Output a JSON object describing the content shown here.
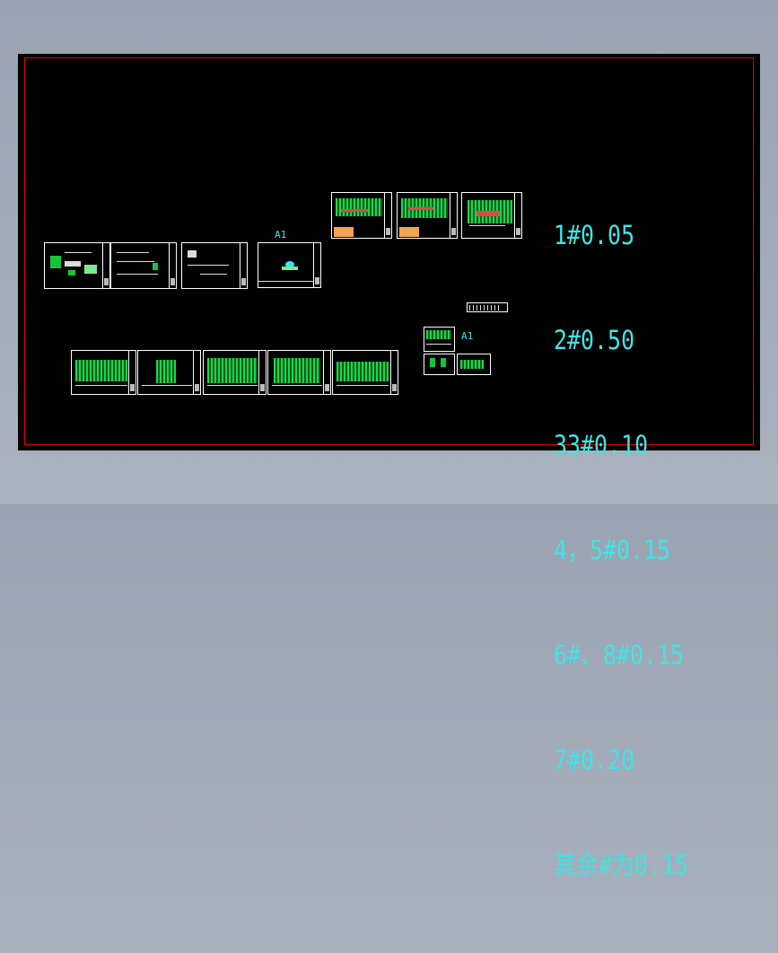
{
  "drawing": {
    "sheet_label_1": "A1",
    "sheet_label_2": "A1",
    "notes": [
      "1#0.05",
      "2#0.50",
      "33#0.10",
      "4，5#0.15",
      "6#、8#0.15",
      "7#0.20",
      "其余#为0.15"
    ]
  },
  "colors": {
    "background": "#000000",
    "frame": "#e00000",
    "annotation": "#3ce6e6"
  }
}
